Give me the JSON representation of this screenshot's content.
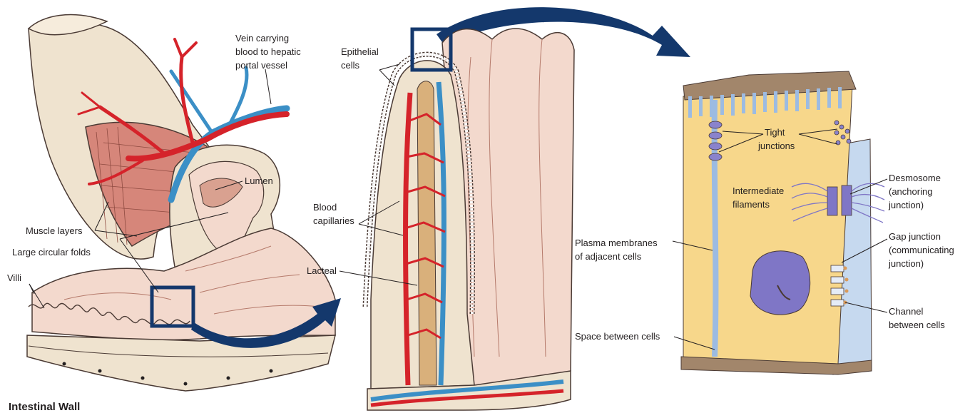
{
  "figure": {
    "title": "Intestinal Wall",
    "colors": {
      "artery": "#d5232a",
      "vein": "#3b8fc6",
      "tissue": "#f3d9cd",
      "muscle": "#d6867a",
      "serosa": "#efe3cf",
      "cell": "#f7d78b",
      "cell_right": "#c6d9ef",
      "arrow": "#14386c",
      "nucleus": "#7f76c6"
    }
  },
  "labels": {
    "vein": [
      "Vein carrying",
      "blood to hepatic",
      "portal vessel"
    ],
    "lumen": "Lumen",
    "muscle_layers": "Muscle layers",
    "circular_folds": "Large circular folds",
    "villi": "Villi",
    "epithelial": [
      "Epithelial",
      "cells"
    ],
    "capillaries": [
      "Blood",
      "capillaries"
    ],
    "lacteal": "Lacteal",
    "tight": [
      "Tight",
      "junctions"
    ],
    "desmosome": [
      "Desmosome",
      "(anchoring",
      "junction)"
    ],
    "intermediate": [
      "Intermediate",
      "filaments"
    ],
    "plasma": [
      "Plasma membranes",
      "of adjacent cells"
    ],
    "gap": [
      "Gap junction",
      "(communicating",
      "junction)"
    ],
    "channel": [
      "Channel",
      "between cells"
    ],
    "space": "Space between cells"
  }
}
